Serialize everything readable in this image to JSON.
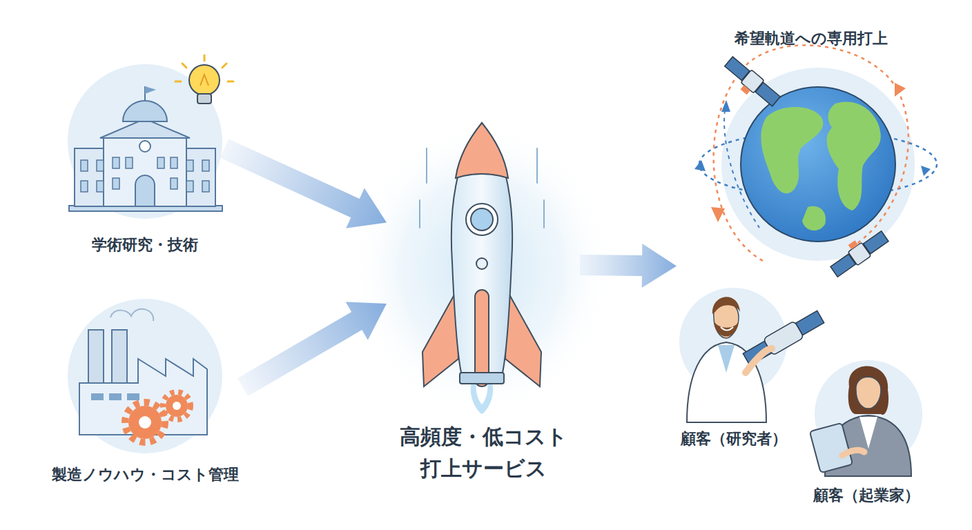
{
  "diagram": {
    "nodes": [
      {
        "text": [
          "学術研究・技術"
        ]
      },
      {
        "text": [
          "製造ノウハウ・コスト管理"
        ]
      },
      {
        "text": [
          "高頻度・低コスト 打上サービス"
        ]
      },
      {
        "text": [
          "希望軌道への専用打上"
        ]
      },
      {
        "text": [
          "顧客（研究者）"
        ]
      },
      {
        "text": [
          "顧客（起業家）"
        ]
      }
    ],
    "edges": [
      {
        "from": 0,
        "to": 2,
        "arrow": "to"
      },
      {
        "from": 1,
        "to": 2,
        "arrow": "to"
      },
      {
        "from": 2,
        "to": 3,
        "arrow": "to"
      }
    ]
  }
}
